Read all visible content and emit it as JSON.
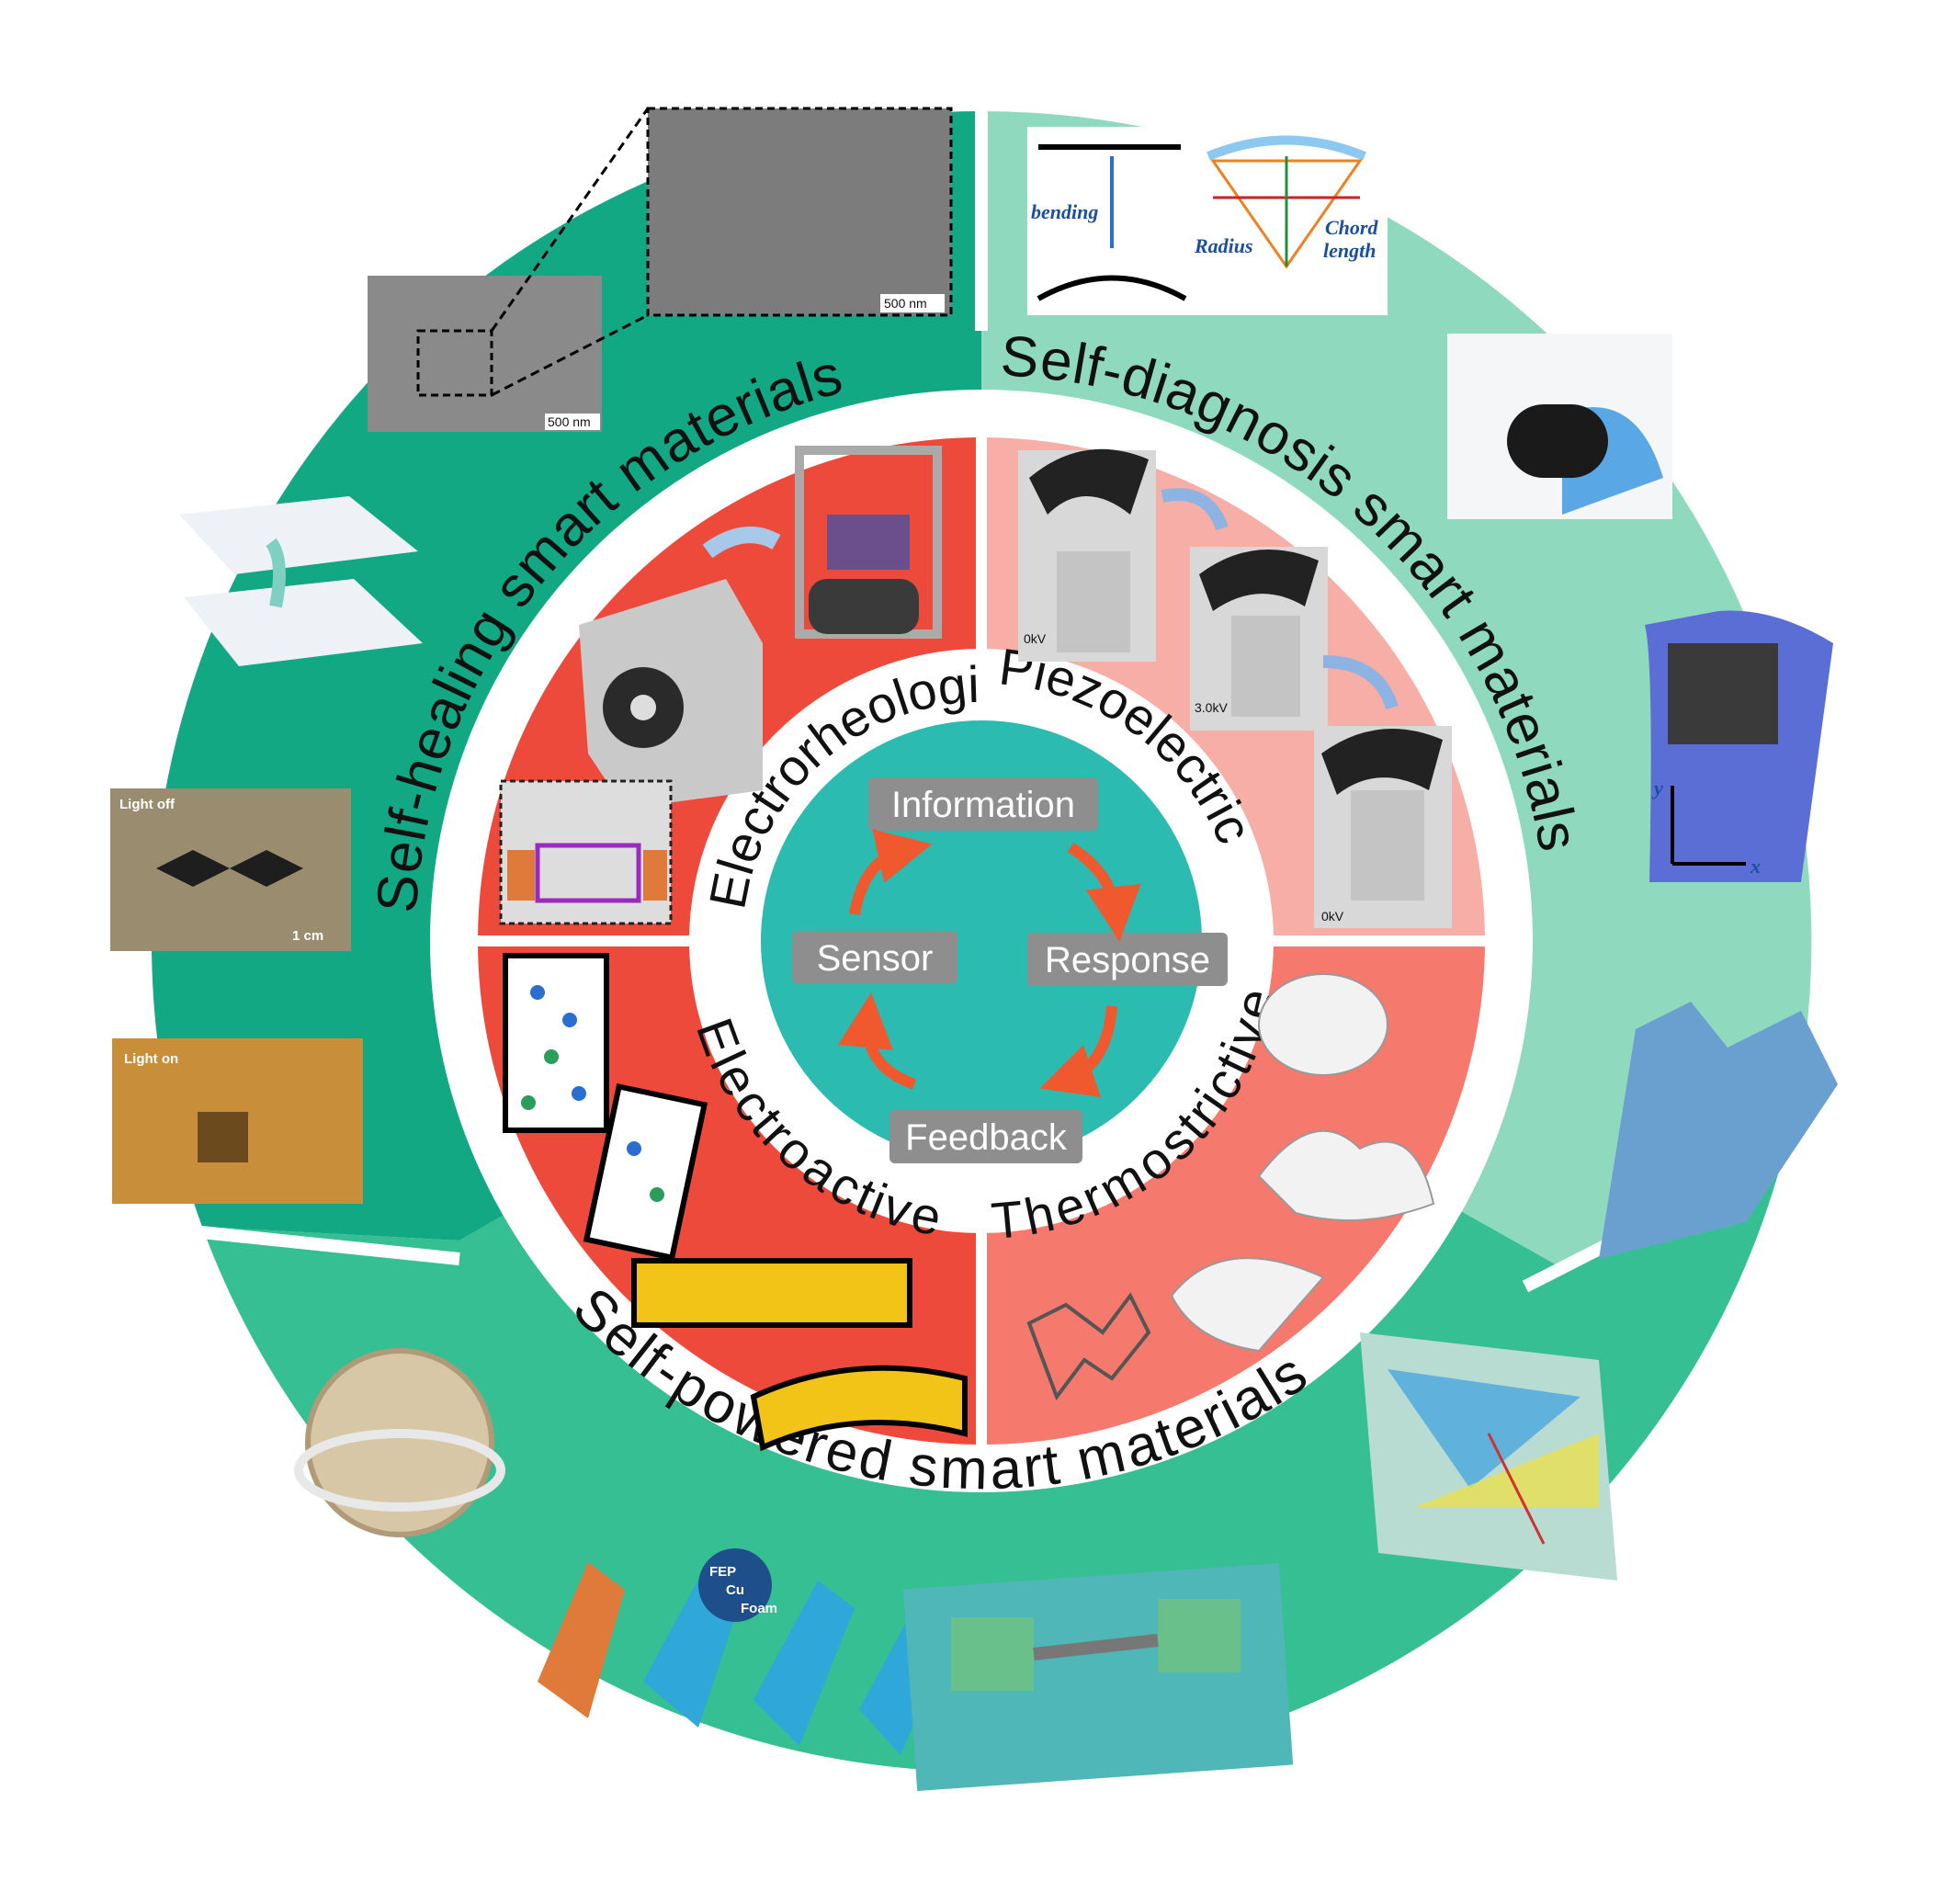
{
  "colors": {
    "outer_green_dark": "#13a884",
    "outer_green_light": "#8fd9bf",
    "outer_green_mid": "#35bf92",
    "middle_red": "#ee4a3b",
    "middle_pink": "#f6aea6",
    "middle_salmon": "#f57a6d",
    "center_teal": "#2bbbb0",
    "box_gray": "#8e8e8e",
    "arrow_orange": "#f0582e"
  },
  "outer_ring": {
    "self_healing": "Self-healing smart materials",
    "self_diagnosis": "Self-diagnosis smart materials",
    "self_powered": "Self-powered smart materials"
  },
  "middle_ring": {
    "electrorheological": "Electrorheological",
    "piezoelectric": "Piezoelectric",
    "electroactive": "Electroactive",
    "thermostrictive": "Thermostrictive"
  },
  "cycle": {
    "information": "Information",
    "response": "Response",
    "feedback": "Feedback",
    "sensor": "Sensor"
  },
  "panel_text": {
    "sem_scale_small": "500 nm",
    "sem_scale_large": "500 nm",
    "light_off": "Light off",
    "light_on": "Light on",
    "scale_1cm": "1 cm",
    "bending": "bending",
    "radius": "Radius",
    "chord": "Chord",
    "length": "length",
    "kv_top": "0kV",
    "kv_mid": "3.0kV",
    "kv_bottom": "0kV",
    "axis_y": "y",
    "axis_x": "x",
    "fep": "FEP",
    "cu": "Cu",
    "foam": "Foam"
  },
  "icons": [
    "sem-micrograph-image",
    "circuit-sheets-image",
    "light-off-photo",
    "light-on-photo",
    "bending-diagram",
    "gloved-hand-photo",
    "glove-sensor-array",
    "finger-sensors-glove",
    "spherical-robot-photo",
    "foam-layers-diagram",
    "soft-robot-wave",
    "layered-block-diagram",
    "damper-cad",
    "piezo-actuator-photos",
    "electroactive-ions",
    "thermostrictive-shells"
  ]
}
